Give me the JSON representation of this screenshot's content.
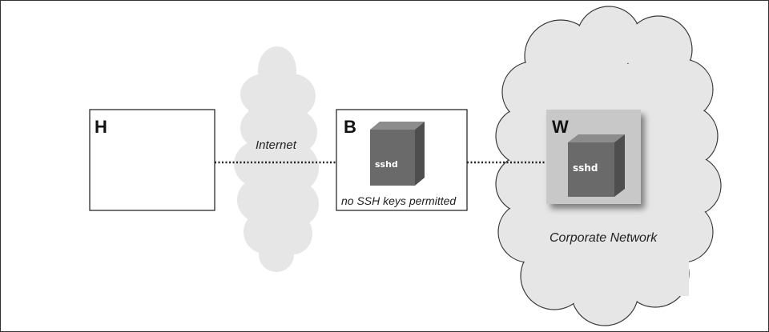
{
  "hosts": {
    "h": {
      "label": "H"
    },
    "b": {
      "label": "B",
      "server_label": "sshd",
      "note": "no SSH keys permitted"
    },
    "w": {
      "label": "W",
      "server_label": "sshd"
    }
  },
  "clouds": {
    "internet": {
      "label": "Internet"
    },
    "corporate": {
      "label": "Corporate Network"
    }
  },
  "colors": {
    "cloud_fill": "#e6e6e6",
    "box_stroke": "#1a1a1a",
    "w_panel": "#c8c8c8",
    "cube_front": "#6a6a6a",
    "cube_side": "#4e4e4e",
    "cube_top": "#8c8c8c"
  }
}
